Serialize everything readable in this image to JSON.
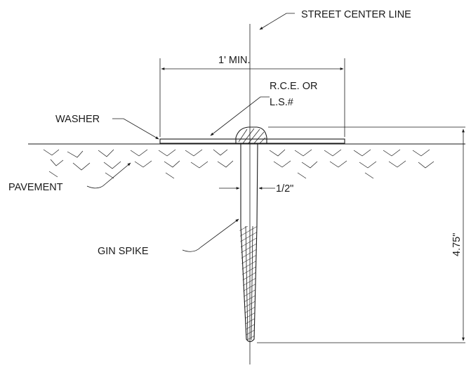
{
  "drawing": {
    "labels": {
      "street_center_line": "STREET CENTER LINE",
      "min_width": "1' MIN.",
      "rce_line1": "R.C.E. OR",
      "rce_line2": "L.S.#",
      "washer": "WASHER",
      "pavement": "PAVEMENT",
      "spike_diameter": "1/2\"",
      "gin_spike": "GIN SPIKE",
      "spike_length": "4.75\""
    },
    "colors": {
      "ink": "#1a1a1a",
      "paper": "#ffffff"
    }
  }
}
